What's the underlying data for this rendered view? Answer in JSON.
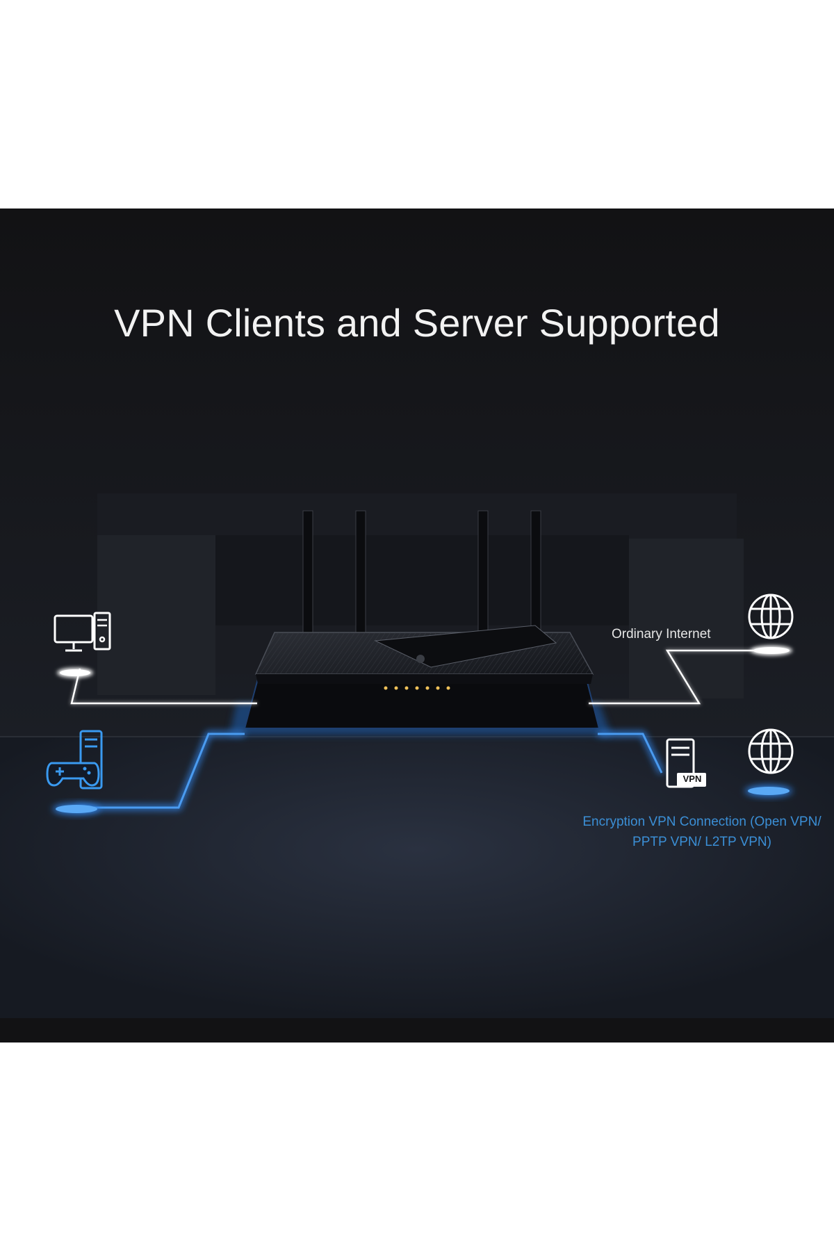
{
  "headline": "VPN Clients and Server Supported",
  "labels": {
    "ordinary_internet": "Ordinary Internet",
    "vpn_connection": "Encryption VPN Connection (Open VPN/ PPTP VPN/ L2TP VPN)",
    "vpn_badge": "VPN"
  },
  "colors": {
    "background": "#121214",
    "white_link": "#ffffff",
    "vpn_link": "#3b8fd6",
    "text": "#f2f2f2"
  },
  "icons": [
    "desktop-computer-icon",
    "game-console-icon",
    "globe-icon",
    "vpn-server-icon"
  ]
}
